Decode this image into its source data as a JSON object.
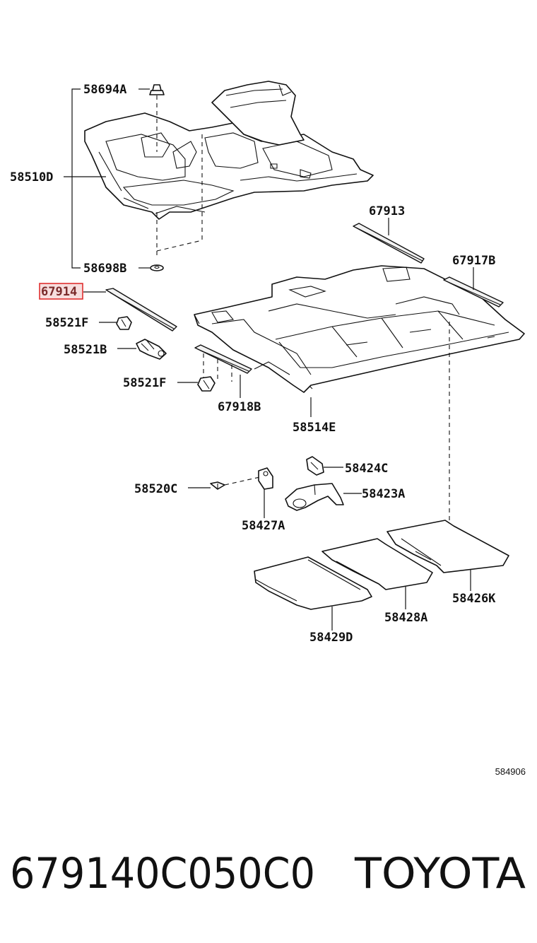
{
  "labels": {
    "p58694A": "58694A",
    "p58510D": "58510D",
    "p58698B": "58698B",
    "p67913": "67913",
    "p67917B": "67917B",
    "p67914": "67914",
    "p58521F_a": "58521F",
    "p58521B": "58521B",
    "p58521F_b": "58521F",
    "p67918B": "67918B",
    "p58514E": "58514E",
    "p58424C": "58424C",
    "p58520C": "58520C",
    "p58423A": "58423A",
    "p58427A": "58427A",
    "p58426K": "58426K",
    "p58428A": "58428A",
    "p58429D": "58429D"
  },
  "diagram_code": "584906",
  "highlighted_part": "67914",
  "footer": {
    "part_number": "679140C050C0",
    "brand": "TOYOTA"
  },
  "colors": {
    "highlight_border": "#e03030",
    "highlight_fill": "#f7dede",
    "ink": "#111111"
  }
}
